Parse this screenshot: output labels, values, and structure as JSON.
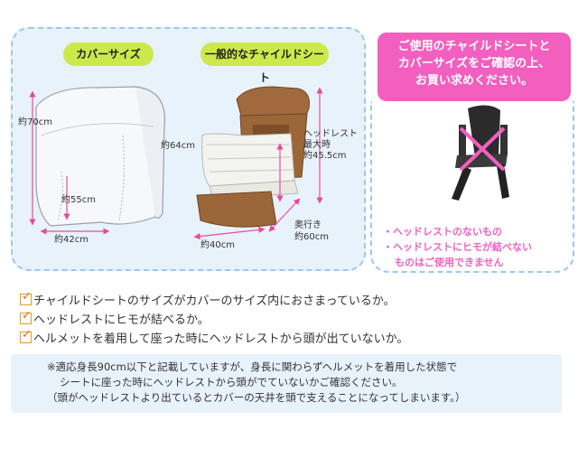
{
  "left_panel": {
    "cover_label": "カバーサイズ",
    "seat_label": "一般的なチャイルドシート",
    "cover_dims": {
      "height": "約70cm",
      "inner": "約55cm",
      "width": "約42cm"
    },
    "seat_dims": {
      "seat_height": "約64cm",
      "headrest_line1": "ヘッドレスト",
      "headrest_line2": "最大時",
      "headrest_value": "約45.5cm",
      "depth_label": "奥行き",
      "depth_value": "約60cm",
      "width": "約40cm"
    }
  },
  "warning": {
    "lines": [
      "ご使用のチャイルドシートと",
      "カバーサイズをご確認の上、",
      "お買い求めください。"
    ],
    "notes": [
      "・ヘッドレストのないもの",
      "・ヘッドレストにヒモが結べない",
      "ものはご使用できません"
    ]
  },
  "checklist": [
    "チャイルドシートのサイズがカバーのサイズ内におさまっているか。",
    "ヘッドレストにヒモが結べるか。",
    "ヘルメットを着用して座った時にヘッドレストから頭が出ていないか。"
  ],
  "check_mark": "✓",
  "note": [
    "※適応身長90cm以下と記載していますが、身長に関わらずヘルメットを着用した状態で",
    "シートに座った時にヘッドレストから頭がでていないかご確認ください。",
    "（頭がヘッドレストより出ているとカバーの天井を頭で支えることになってしまいます。）"
  ],
  "colors": {
    "pill": "#cde84b",
    "warning": "#f25fbf",
    "panel": "#e8f2fb",
    "dim_arrow": "#e64b9a"
  }
}
